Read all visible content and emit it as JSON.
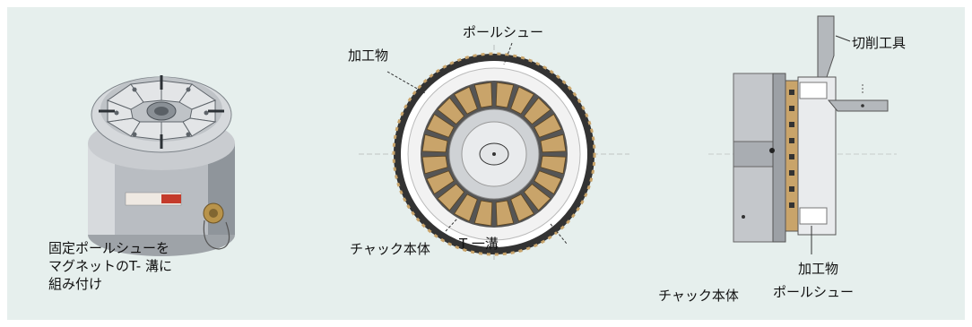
{
  "figure": {
    "background": "#e6efed",
    "left": {
      "caption_lines": [
        "固定ポールシューを",
        "マグネットのT- 溝に",
        "組み付け"
      ]
    },
    "center": {
      "label_pole_shoe": "ポールシュー",
      "label_workpiece": "加工物",
      "label_chuck_body": "チャック本体",
      "label_t_slot": "T 一溝"
    },
    "right": {
      "label_cutting_tool": "切削工具",
      "label_workpiece": "加工物",
      "label_chuck_body": "チャック本体",
      "label_pole_shoe": "ポールシュー"
    },
    "colors": {
      "pole_shoe_tan": "#c9a46a",
      "steel": "#c7c9cc",
      "dark": "#333333"
    }
  }
}
